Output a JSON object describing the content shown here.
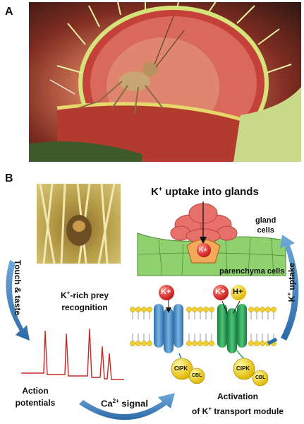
{
  "panels": {
    "a": "A",
    "b": "B"
  },
  "labels": {
    "uptake_title_pre": "K",
    "uptake_title_sup": "+",
    "uptake_title_post": " uptake into glands",
    "gland_cells_line1": "gland",
    "gland_cells_line2": "cells",
    "parenchyma": "parenchyma cells",
    "k_uptake_pre": "K",
    "k_uptake_sup": "+",
    "k_uptake_post": " uptake",
    "touch_taste": "Touch & taste",
    "prey_line1_pre": "K",
    "prey_line1_sup": "+",
    "prey_line1_post": "-rich prey",
    "prey_line2": "recognition",
    "action_line1": "Action",
    "action_line2": "potentials",
    "ca_pre": "Ca",
    "ca_sup": "2+",
    "ca_post": " signal",
    "activation_line1": "Activation",
    "activation_line2_pre": "of K",
    "activation_line2_sup": "+",
    "activation_line2_post": " transport module"
  },
  "ions": {
    "k_gland": "K+",
    "k_channel": "K+",
    "k_transporter": "K+",
    "h_transporter": "H+"
  },
  "proteins": {
    "cipk_left": "CIPK",
    "cbl_left": "CBL",
    "cipk_right": "CIPK",
    "cbl_right": "CBL"
  },
  "colors": {
    "gland_fill": "#e8706a",
    "parenchyma_fill": "#8fd16e",
    "channel_blue": "#4a90c8",
    "transporter_green": "#2ea35a",
    "arrow_blue": "#3e7fc1",
    "ion_red": "#d42020",
    "ion_yellow": "#f2d20a",
    "trace_red": "#c62828"
  }
}
